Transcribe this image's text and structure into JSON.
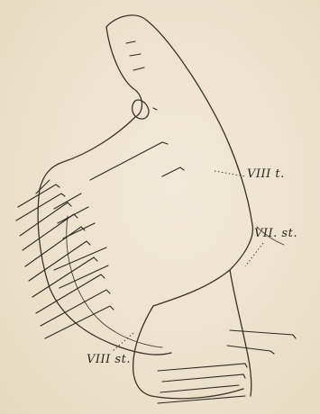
{
  "labels": {
    "tergite_8": "VIII t.",
    "sternite_7": "VII. st.",
    "sternite_8": "VIII st."
  }
}
